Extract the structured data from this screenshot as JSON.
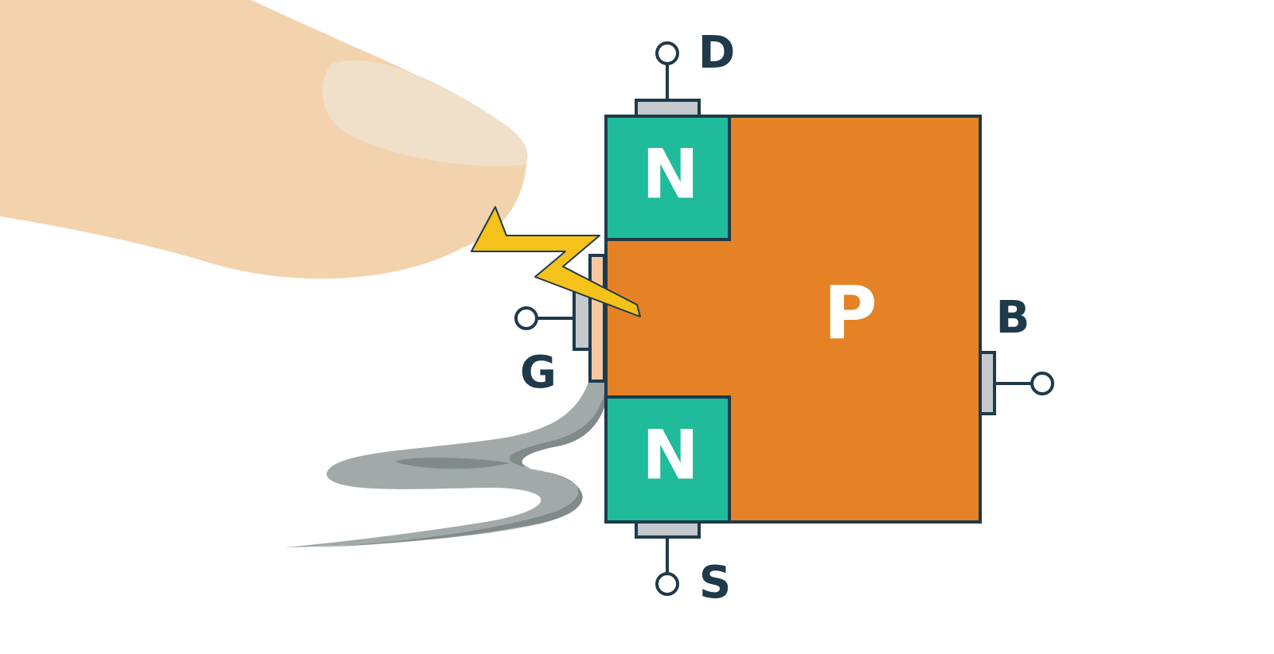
{
  "terminals": {
    "drain": "D",
    "gate": "G",
    "source": "S",
    "body": "B"
  },
  "regions": {
    "source_drain_doping": "N",
    "substrate_doping": "P"
  },
  "colors": {
    "background": "#ffffff",
    "outline": "#1f3a4a",
    "n_region": "#1fbb9a",
    "p_region": "#e58225",
    "contact_metal": "#c4c9cd",
    "gate_oxide": "#f7c9a0",
    "finger_skin": "#f3d3ae",
    "finger_nail": "#f0e0ca",
    "spark": "#f4c21a",
    "smoke_light": "#a2a9a9",
    "smoke_dark": "#808a8a",
    "label_text": "#ffffff"
  },
  "icons": {
    "finger": "finger-icon",
    "spark": "electrostatic-spark-icon",
    "smoke": "smoke-icon"
  }
}
